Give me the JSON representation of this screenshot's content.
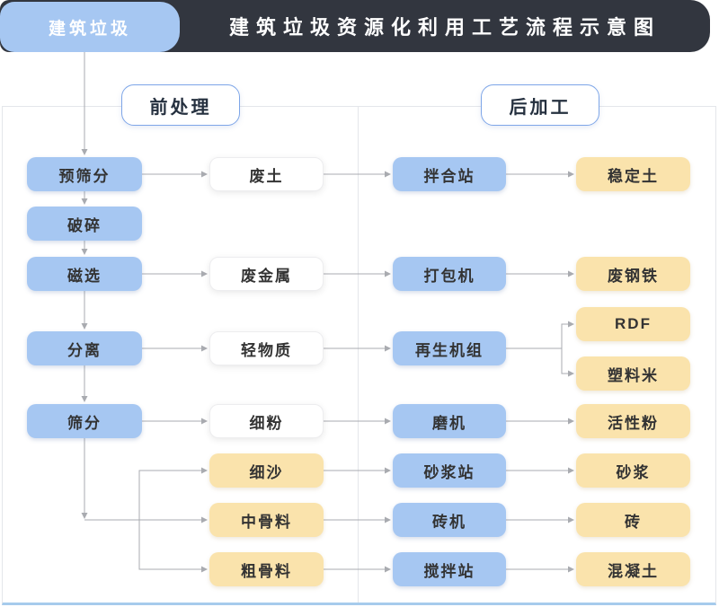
{
  "header": {
    "badge_label": "建筑垃圾",
    "title": "建筑垃圾资源化利用工艺流程示意图"
  },
  "sections": {
    "pre": "前处理",
    "post": "后加工"
  },
  "nodes": [
    {
      "id": "yushaifen",
      "label": "预筛分",
      "col": "1",
      "row": "r1",
      "style": "blue"
    },
    {
      "id": "posui",
      "label": "破碎",
      "col": "1",
      "row": "r2",
      "style": "blue"
    },
    {
      "id": "cixuan",
      "label": "磁选",
      "col": "1",
      "row": "r3",
      "style": "blue"
    },
    {
      "id": "fenli",
      "label": "分离",
      "col": "1",
      "row": "r4",
      "style": "blue"
    },
    {
      "id": "shaifen",
      "label": "筛分",
      "col": "1",
      "row": "r5",
      "style": "blue"
    },
    {
      "id": "feitu",
      "label": "废土",
      "col": "2",
      "row": "r1",
      "style": "white"
    },
    {
      "id": "feijinshu",
      "label": "废金属",
      "col": "2",
      "row": "r3",
      "style": "white"
    },
    {
      "id": "qingwuzhi",
      "label": "轻物质",
      "col": "2",
      "row": "r4",
      "style": "white"
    },
    {
      "id": "xifen",
      "label": "细粉",
      "col": "2",
      "row": "r5",
      "style": "white"
    },
    {
      "id": "xisha",
      "label": "细沙",
      "col": "2",
      "row": "r6",
      "style": "yellow"
    },
    {
      "id": "zhongguliao",
      "label": "中骨料",
      "col": "2",
      "row": "r7",
      "style": "yellow"
    },
    {
      "id": "cuguliao",
      "label": "粗骨料",
      "col": "2",
      "row": "r8",
      "style": "yellow"
    },
    {
      "id": "banhezhan",
      "label": "拌合站",
      "col": "3",
      "row": "r1",
      "style": "blue"
    },
    {
      "id": "dabaoji",
      "label": "打包机",
      "col": "3",
      "row": "r3",
      "style": "blue"
    },
    {
      "id": "zaishengjizu",
      "label": "再生机组",
      "col": "3",
      "row": "r4",
      "style": "blue"
    },
    {
      "id": "moji",
      "label": "磨机",
      "col": "3",
      "row": "r5",
      "style": "blue"
    },
    {
      "id": "shajiangzhan",
      "label": "砂浆站",
      "col": "3",
      "row": "r6",
      "style": "blue"
    },
    {
      "id": "zhuanji",
      "label": "砖机",
      "col": "3",
      "row": "r7",
      "style": "blue"
    },
    {
      "id": "jiaobanzhan",
      "label": "搅拌站",
      "col": "3",
      "row": "r8",
      "style": "blue"
    },
    {
      "id": "wendingtu",
      "label": "稳定土",
      "col": "4",
      "row": "r1",
      "style": "yellow"
    },
    {
      "id": "feigangtie",
      "label": "废钢铁",
      "col": "4",
      "row": "r3",
      "style": "yellow"
    },
    {
      "id": "rdf",
      "label": "RDF",
      "col": "4",
      "row": "r3a",
      "style": "yellow"
    },
    {
      "id": "suliaomi",
      "label": "塑料米",
      "col": "4",
      "row": "r4a",
      "style": "yellow"
    },
    {
      "id": "huoxingfen",
      "label": "活性粉",
      "col": "4",
      "row": "r5",
      "style": "yellow"
    },
    {
      "id": "shajiang",
      "label": "砂浆",
      "col": "4",
      "row": "r6",
      "style": "yellow"
    },
    {
      "id": "zhuan",
      "label": "砖",
      "col": "4",
      "row": "r7",
      "style": "yellow"
    },
    {
      "id": "hunningtu",
      "label": "混凝土",
      "col": "4",
      "row": "r8",
      "style": "yellow"
    }
  ],
  "edges": [
    {
      "from": "badge",
      "to": "yushaifen",
      "kind": "v"
    },
    {
      "from": "yushaifen",
      "to": "posui",
      "kind": "v"
    },
    {
      "from": "posui",
      "to": "cixuan",
      "kind": "v"
    },
    {
      "from": "cixuan",
      "to": "fenli",
      "kind": "v"
    },
    {
      "from": "fenli",
      "to": "shaifen",
      "kind": "v"
    },
    {
      "from": "yushaifen",
      "to": "feitu",
      "kind": "h"
    },
    {
      "from": "cixuan",
      "to": "feijinshu",
      "kind": "h"
    },
    {
      "from": "fenli",
      "to": "qingwuzhi",
      "kind": "h"
    },
    {
      "from": "shaifen",
      "to": "xifen",
      "kind": "h"
    },
    {
      "from": "feitu",
      "to": "banhezhan",
      "kind": "h"
    },
    {
      "from": "feijinshu",
      "to": "dabaoji",
      "kind": "h"
    },
    {
      "from": "qingwuzhi",
      "to": "zaishengjizu",
      "kind": "h"
    },
    {
      "from": "xifen",
      "to": "moji",
      "kind": "h"
    },
    {
      "from": "xisha",
      "to": "shajiangzhan",
      "kind": "h"
    },
    {
      "from": "zhongguliao",
      "to": "zhuanji",
      "kind": "h"
    },
    {
      "from": "cuguliao",
      "to": "jiaobanzhan",
      "kind": "h"
    },
    {
      "from": "banhezhan",
      "to": "wendingtu",
      "kind": "h"
    },
    {
      "from": "dabaoji",
      "to": "feigangtie",
      "kind": "h"
    },
    {
      "from": "zaishengjizu",
      "to": "rdf",
      "kind": "elbow"
    },
    {
      "from": "zaishengjizu",
      "to": "suliaomi",
      "kind": "elbow"
    },
    {
      "from": "moji",
      "to": "huoxingfen",
      "kind": "h"
    },
    {
      "from": "shajiangzhan",
      "to": "shajiang",
      "kind": "h"
    },
    {
      "from": "zhuanji",
      "to": "zhuan",
      "kind": "h"
    },
    {
      "from": "jiaobanzhan",
      "to": "hunningtu",
      "kind": "h"
    },
    {
      "from": "shaifen",
      "to": "zhongguliao",
      "kind": "fan-main"
    },
    {
      "from": "shaifen",
      "to": "xisha",
      "kind": "fan-branch"
    },
    {
      "from": "shaifen",
      "to": "cuguliao",
      "kind": "fan-branch"
    }
  ],
  "colors": {
    "header_bg": "#32363f",
    "node_blue": "#a6c7f2",
    "node_yellow": "#fae3ac",
    "node_white": "#ffffff",
    "arrow": "#a9abb0",
    "panel_border": "#e4e6ea",
    "bottom_accent": "#a6cbec",
    "label_border": "#7ea6e8",
    "title_text": "#ffffff",
    "node_text": "#333333"
  }
}
